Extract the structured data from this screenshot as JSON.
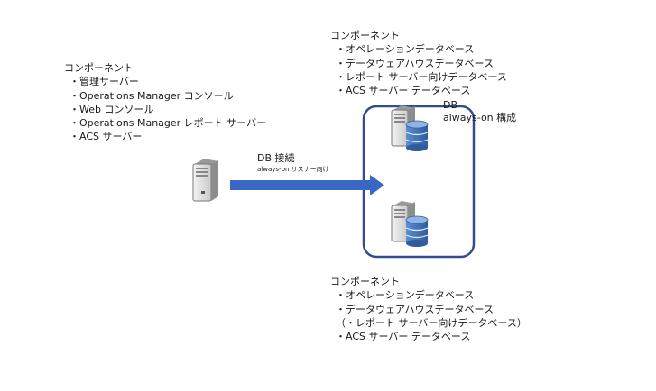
{
  "left_components": {
    "title": "コンポーネント",
    "items": [
      "・管理サーバー",
      "・Operations Manager コンソール",
      "・Web コンソール",
      "・Operations Manager レポート サーバー",
      "・ACS サーバー"
    ]
  },
  "top_components": {
    "title": "コンポーネント",
    "items": [
      "・オペレーションデータベース",
      "・データウェアハウスデータベース",
      "・レポート サーバー向けデータベース",
      "・ACS サーバー データベース"
    ]
  },
  "bottom_components": {
    "title": "コンポーネント",
    "items": [
      "・オペレーションデータベース",
      "・データウェアハウスデータベース",
      "（・レポート サーバー向けデータベース）",
      "・ACS サーバー データベース"
    ]
  },
  "connection": {
    "label": "DB 接続",
    "sub_label": "always-on リスナー向け"
  },
  "db_group": {
    "title": "DB",
    "subtitle": "always-on 構成"
  },
  "colors": {
    "arrow": "#3a67c4",
    "group_border": "#2f4d8f",
    "db_blue": "#3f6fb5",
    "server_gray": "#b9b9b9"
  }
}
